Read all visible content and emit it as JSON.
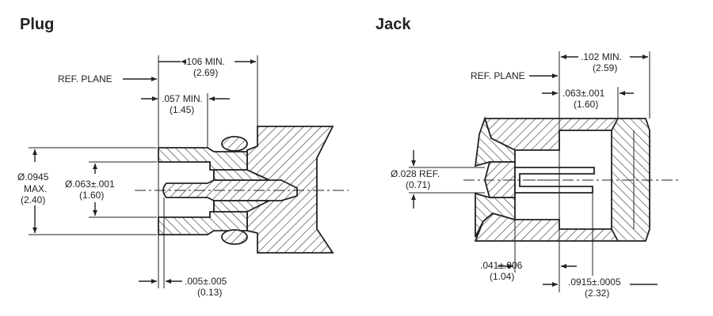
{
  "plug": {
    "title": "Plug",
    "ref_plane": "REF. PLANE",
    "overall_len": ".106 MIN.",
    "overall_len_mm": "(2.69)",
    "recess": ".057 MIN.",
    "recess_mm": "(1.45)",
    "outer_dia_1": "Ø.0945",
    "outer_dia_2": "MAX.",
    "outer_dia_mm": "(2.40)",
    "inner_dia": "Ø.063±.001",
    "inner_dia_mm": "(1.60)",
    "pin_offset": ".005±.005",
    "pin_offset_mm": "(0.13)"
  },
  "jack": {
    "title": "Jack",
    "ref_plane": "REF. PLANE",
    "overall_len": ".102 MIN.",
    "overall_len_mm": "(2.59)",
    "inner_dia": ".063±.001",
    "inner_dia_mm": "(1.60)",
    "pin_dia": "Ø.028 REF.",
    "pin_dia_mm": "(0.71)",
    "recess": ".041±.006",
    "recess_mm": "(1.04)",
    "contact": ".0915±.0005",
    "contact_mm": "(2.32)"
  },
  "colors": {
    "ink": "#222222",
    "hatch_bg": "#ffffff"
  }
}
